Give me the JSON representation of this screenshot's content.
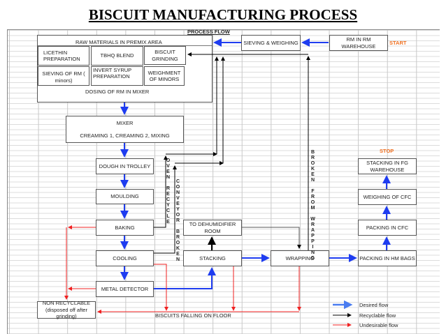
{
  "title": "BISCUIT MANUFACTURING PROCESS",
  "header": "PROCESS FLOW",
  "start_label": "START",
  "stop_label": "STOP",
  "raw_area": {
    "title": "RAW MATERIALS IN PREMIX AREA",
    "items": [
      "LICETHIN PREPARATION",
      "TBHQ BLEND",
      "BISCUIT GRINDING",
      "SIEVING OF RM ( minors)",
      "INVERT SYRUP PREPARATION",
      "WEIGHMENT OF MINORS"
    ],
    "footer": "DOSING OF RM IN MIXER"
  },
  "mixer": {
    "title": "MIXER",
    "detail": "CREAMING 1, CREAMING 2, MIXING"
  },
  "steps": {
    "rm_warehouse": "RM IN RM WAREHOUSE",
    "sieving": "SIEVING & WEIGHING",
    "dough": "DOUGH IN TROLLEY",
    "moulding": "MOULDING",
    "baking": "BAKING",
    "cooling": "COOLING",
    "metal_detector": "METAL DETECTOR",
    "non_recyclable": "NON RECYCLABLE (disposed off after grinding)",
    "dehumidifier": "TO DEHUMIDIFIER ROOM",
    "stacking": "STACKING",
    "wrapping": "WRAPPING",
    "packing_hm": "PACKING IN HM BAGS",
    "packing_cfc": "PACKING IN CFC",
    "weighing_cfc": "WEIGHING OF CFC",
    "stacking_fg": "STACKING IN FG WAREHOUSE"
  },
  "vertical_labels": {
    "oven_recycle": "OVEN RECYCLE",
    "conveyor_broken": "CONVEYOR BROKEN",
    "broken_wrapping": "BROKEN FROM WRAPPING"
  },
  "floor_label": "BISCUITS FALLING ON FLOOR",
  "legend": [
    {
      "label": "Desired flow",
      "color": "#1e3cf0"
    },
    {
      "label": "Recyclable flow",
      "color": "#000000"
    },
    {
      "label": "Undesirable flow",
      "color": "#f02020"
    }
  ]
}
